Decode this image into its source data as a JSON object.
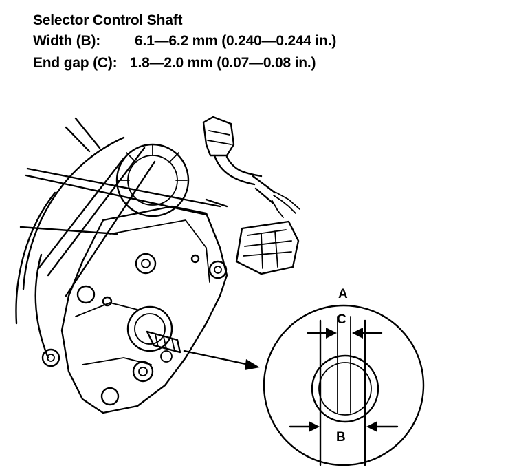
{
  "spec": {
    "title": "Selector Control Shaft",
    "width_label": "Width (B):",
    "width_value": "6.1—6.2 mm (0.240—0.244 in.)",
    "gap_label": "End gap (C):",
    "gap_value": "1.8—2.0 mm (0.07—0.08 in.)"
  },
  "callouts": {
    "a": "A",
    "b": "B",
    "c": "C"
  },
  "colors": {
    "ink": "#000000",
    "paper": "#ffffff"
  }
}
